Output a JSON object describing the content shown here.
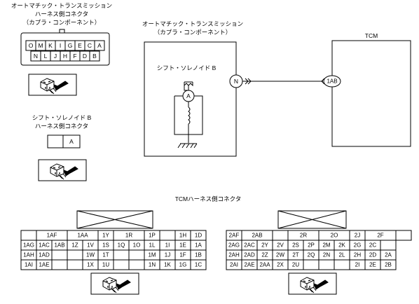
{
  "top_left_connector": {
    "caption_lines": [
      "オートマチック・トランスミッション",
      "ハーネス側コネクタ",
      "（カプラ・コンポーネント）"
    ],
    "row1": [
      "O",
      "M",
      "K",
      "I",
      "G",
      "E",
      "C",
      "A"
    ],
    "row2": [
      "N",
      "L",
      "J",
      "H",
      "F",
      "D",
      "B"
    ]
  },
  "shift_solenoid_connector": {
    "caption_lines": [
      "シフト・ソレノイド B",
      "ハーネス側コネクタ"
    ],
    "pins": [
      "",
      "A"
    ]
  },
  "wiring": {
    "at_caption_lines": [
      "オートマチック・トランスミッション",
      "（カプラ・コンポーネント）"
    ],
    "solenoid_label": "シフト・ソレノイド B",
    "terminal_a": "A",
    "terminal_n": "N",
    "tcm_label": "TCM",
    "tcm_terminal": "1AB"
  },
  "tcm_connector": {
    "caption": "TCMハーネス側コネクタ",
    "left_rows": [
      [
        "",
        "1AF",
        "1AA",
        "1Y",
        "1R",
        "1P",
        "",
        "1H",
        "1D"
      ],
      [
        "1AG",
        "1AC",
        "1AB",
        "1Z",
        "1V",
        "1S",
        "1Q",
        "1O",
        "1L",
        "1I",
        "1E",
        "1A"
      ],
      [
        "1AH",
        "1AD",
        "",
        "",
        "1W",
        "1T",
        "",
        "",
        "1M",
        "1J",
        "1F",
        "1B"
      ],
      [
        "1AI",
        "1AE",
        "",
        "",
        "1X",
        "1U",
        "",
        "",
        "1N",
        "1K",
        "1G",
        "1C"
      ]
    ],
    "right_rows": [
      [
        "2AF",
        "2AB",
        "",
        "2R",
        "2O",
        "2J",
        "2F",
        ""
      ],
      [
        "2AG",
        "2AC",
        "2Y",
        "2V",
        "2S",
        "2P",
        "2M",
        "2K",
        "2G",
        "2C",
        ""
      ],
      [
        "2AH",
        "2AD",
        "2Z",
        "2W",
        "2T",
        "2Q",
        "2N",
        "2L",
        "2H",
        "2D",
        "2A"
      ],
      [
        "2AI",
        "2AE",
        "2AA",
        "2X",
        "2U",
        "",
        "",
        "",
        "2I",
        "2E",
        "2B"
      ]
    ]
  },
  "icons": [
    "connector-view-icon"
  ]
}
